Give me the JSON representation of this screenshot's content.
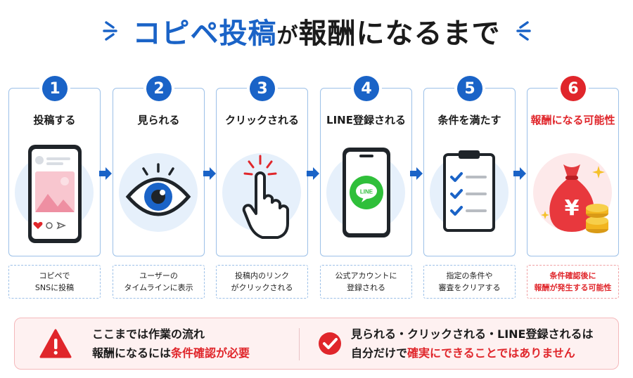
{
  "title": {
    "highlight": "コピペ投稿",
    "connector": "が",
    "rest": "報酬になるまで"
  },
  "steps": [
    {
      "number": "1",
      "title": "投稿する",
      "desc": [
        "コピペで",
        "SNSに投稿"
      ]
    },
    {
      "number": "2",
      "title": "見られる",
      "desc": [
        "ユーザーの",
        "タイムラインに表示"
      ]
    },
    {
      "number": "3",
      "title": "クリックされる",
      "desc": [
        "投稿内のリンク",
        "がクリックされる"
      ]
    },
    {
      "number": "4",
      "title": "LINE登録される",
      "desc": [
        "公式アカウントに",
        "登録される"
      ],
      "line_badge": "LINE"
    },
    {
      "number": "5",
      "title": "条件を満たす",
      "desc": [
        "指定の条件や",
        "審査をクリアする"
      ]
    },
    {
      "number": "6",
      "title": "報酬になる可能性",
      "desc": [
        "条件確認後に",
        "報酬が発生する可能性"
      ],
      "coin_symbol": "¥"
    }
  ],
  "bottom": {
    "left_line1": "ここまでは作業の流れ",
    "left_line2_pre": "報酬になるには",
    "left_line2_hl": "条件確認が必要",
    "right_line1": "見られる・クリックされる・LINE登録されるは",
    "right_line2_pre": "自分だけで",
    "right_line2_hl": "確実にできることではありません"
  },
  "colors": {
    "blue": "#1a63c7",
    "red": "#e0262b",
    "line_green": "#2fbf3a",
    "light_blue": "#e6f0fb",
    "light_red": "#fde9ea"
  },
  "icons": [
    "phone-post-icon",
    "eye-icon",
    "pointer-hand-icon",
    "line-phone-icon",
    "checklist-icon",
    "money-bag-icon",
    "warning-icon",
    "check-circle-icon",
    "arrow-right-icon"
  ]
}
